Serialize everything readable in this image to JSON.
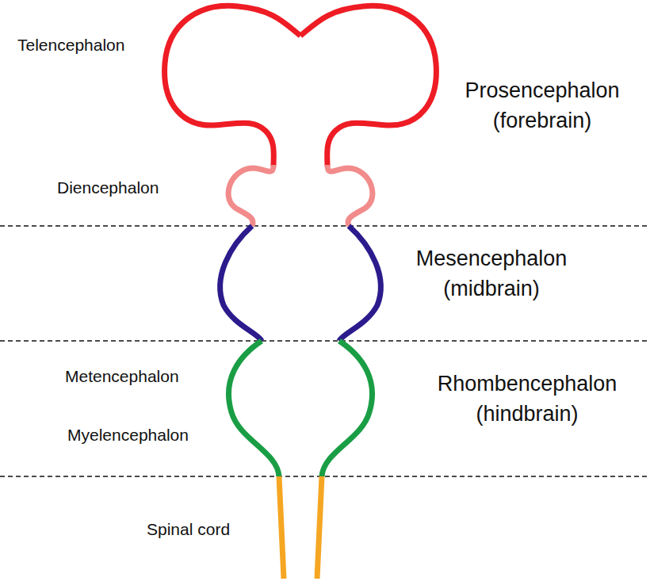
{
  "diagram": {
    "labels": [
      "Telencephalon",
      "Prosencephalon (forebrain)",
      "Diencephalon",
      "Mesencephalon (midbrain)",
      "Metencephalon",
      "Rhombencephalon (hindbrain)",
      "Myelencephalon",
      "Spinal cord"
    ]
  }
}
